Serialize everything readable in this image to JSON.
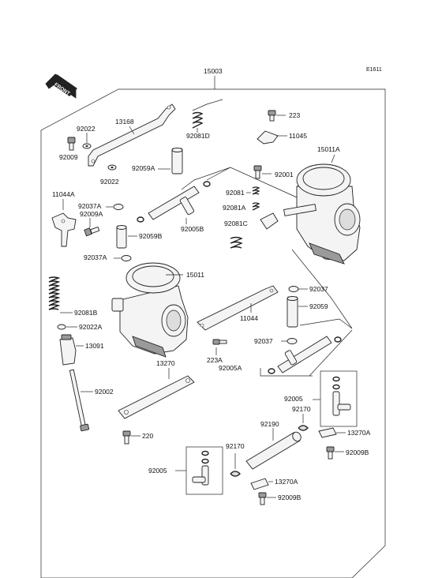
{
  "diagram": {
    "ref_code": "E1611",
    "front_label": "FRONT",
    "assembly_label": "15003",
    "labels": {
      "p92022_top": "92022",
      "p13168": "13168",
      "p92009": "92009",
      "p92022_mid": "92022",
      "p92081D": "92081D",
      "p92059A": "92059A",
      "p11044A": "11044A",
      "p92037A_1": "92037A",
      "p92009A": "92009A",
      "p92059B": "92059B",
      "p92005B": "92005B",
      "p92037A_2": "92037A",
      "p223": "223",
      "p11045": "11045",
      "p15011A": "15011A",
      "p92001": "92001",
      "p92081": "92081",
      "p92081A": "92081A",
      "p92081C": "92081C",
      "p15011": "15011",
      "p92081B": "92081B",
      "p92022A": "92022A",
      "p13091": "13091",
      "p92002": "92002",
      "p13270": "13270",
      "p220": "220",
      "p11044": "11044",
      "p92037": "92037",
      "p92059": "92059",
      "p92037_2": "92037",
      "p223A": "223A",
      "p92005A": "92005A",
      "p92005_r": "92005",
      "p92170_r": "92170",
      "p13270A_r": "13270A",
      "p92190": "92190",
      "p92009B_r": "92009B",
      "p92170_l": "92170",
      "p92005_l": "92005",
      "p13270A_l": "13270A",
      "p92009B_l": "92009B"
    }
  }
}
